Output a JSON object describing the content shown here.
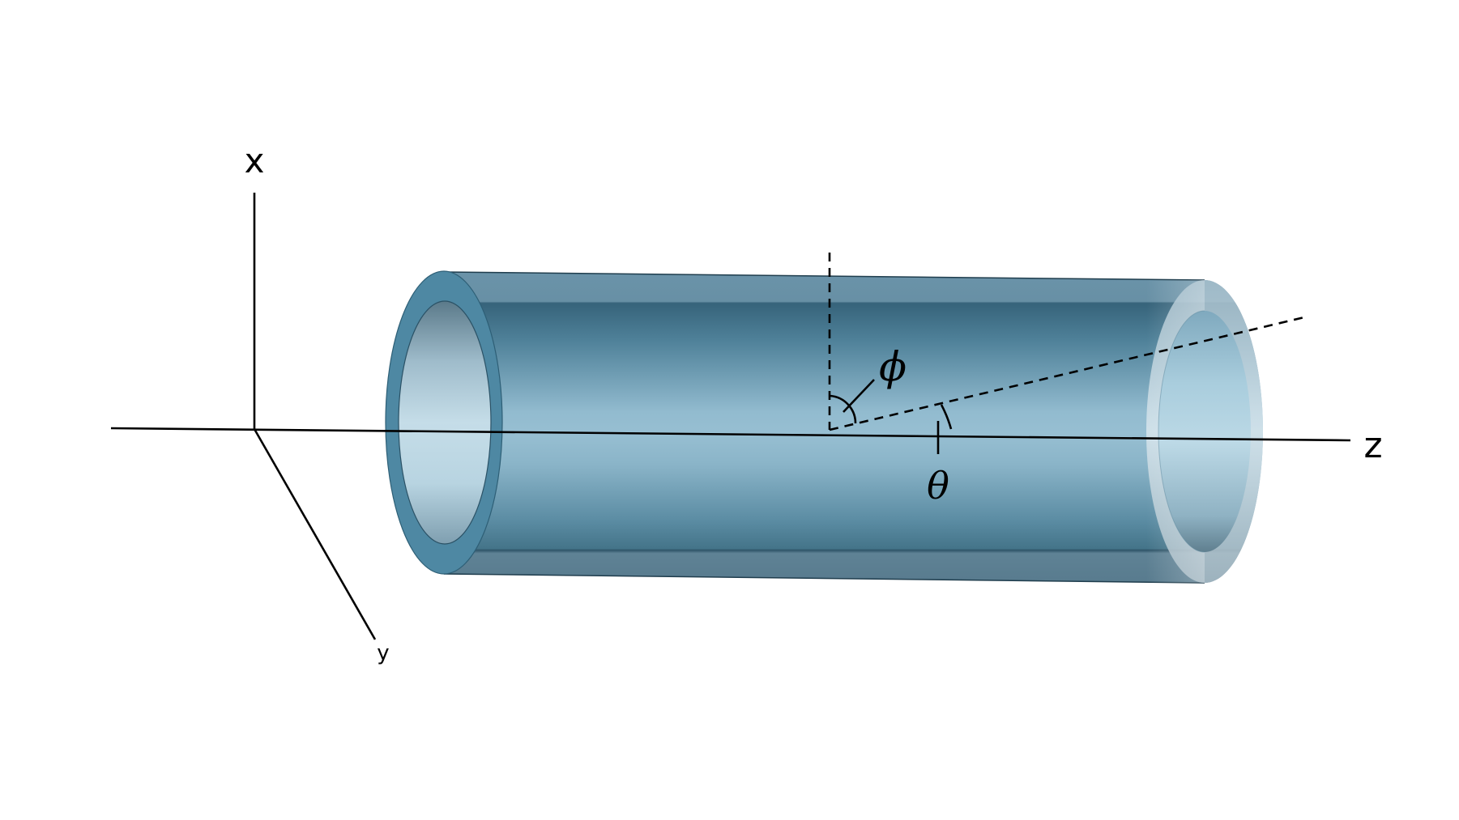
{
  "figure": {
    "title": "",
    "description": "Hollow cylindrical tube along the z-axis with spherical angle annotations",
    "colors": {
      "background": "#ffffff",
      "tube_outer_band_top": "#6a93a9",
      "tube_body_dark": "#36637a",
      "tube_body_light": "#97bfd2",
      "tube_bottom_band": "#5f8295",
      "left_cap_ring": "#4e88a3",
      "left_cap_inner_light": "#c5dde8",
      "right_cap_ring": "#d5e3ea",
      "right_cap_inner": "#b5d3e1",
      "lines": "#000000"
    }
  },
  "axes": {
    "x": {
      "label": "x"
    },
    "y": {
      "label": "y"
    },
    "z": {
      "label": "z"
    }
  },
  "annotations": {
    "phi": {
      "label": "ϕ",
      "description": "polar angle measured from vertical (x) direction"
    },
    "theta": {
      "label": "θ",
      "description": "angle between direction vector and z-axis"
    }
  }
}
